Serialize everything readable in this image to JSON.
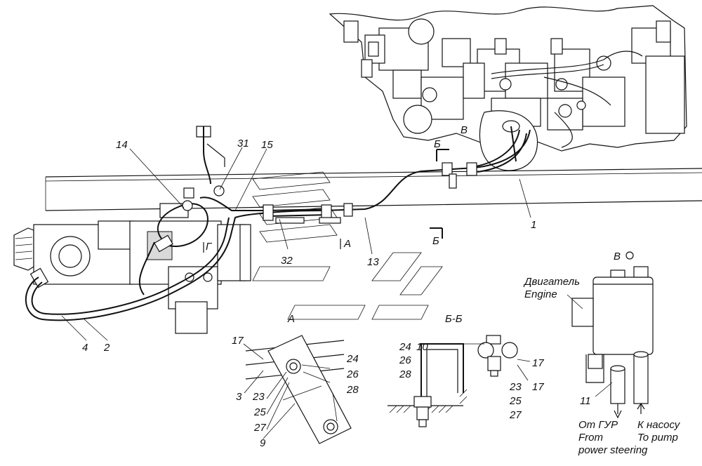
{
  "numbers": {
    "n1": "1",
    "n2": "2",
    "n3": "3",
    "n4": "4",
    "n9": "9",
    "n10": "10",
    "n11": "11",
    "n13": "13",
    "n14": "14",
    "n15": "15",
    "n17a": "17",
    "n17b": "17",
    "n17c": "17",
    "n23a": "23",
    "n25a": "25",
    "n27a": "27",
    "n24a": "24",
    "n26a": "26",
    "n28a": "28",
    "n24b": "24",
    "n26b": "26",
    "n28b": "28",
    "n23b": "23",
    "n25b": "25",
    "n27b": "27",
    "n31": "31",
    "n32": "32"
  },
  "views": {
    "b_top": "Б",
    "b_bottom": "Б",
    "v": "В",
    "a": "А",
    "g": "Г",
    "view_a": "А",
    "section_bb": "Б-Б",
    "view_v": "В"
  },
  "captions": {
    "engine_ru": "Двигатель",
    "engine_en": "Engine",
    "from_ru": "От ГУР",
    "from_en1": "From",
    "from_en2": "power steering",
    "to_ru": "К насосу",
    "to_en": "To pump"
  }
}
